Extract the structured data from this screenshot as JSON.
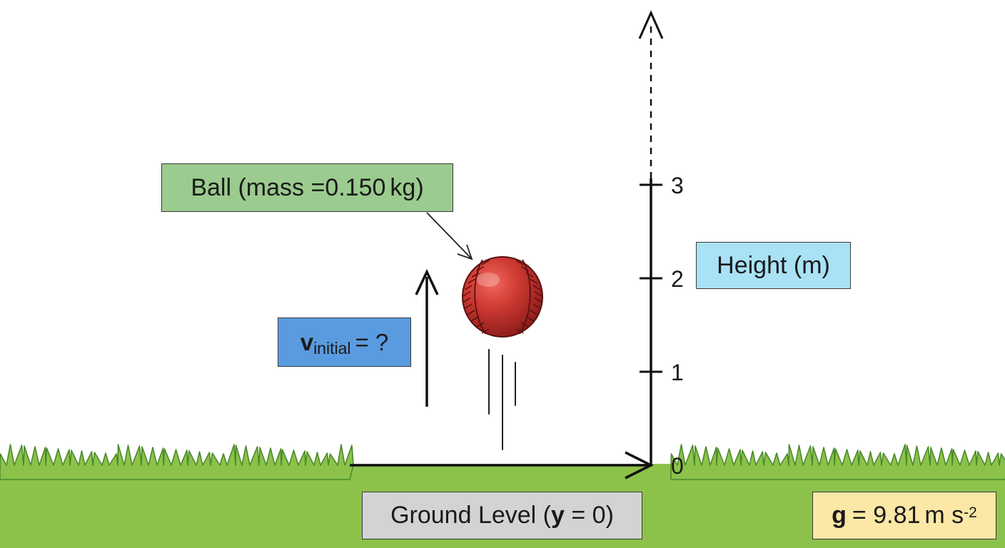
{
  "ball_label": {
    "prefix": "Ball (mass = ",
    "value": "0.150",
    "unit": "kg",
    "suffix": ")"
  },
  "velocity_label": {
    "symbol": "v",
    "subscript": "initial",
    "rest": "= ?"
  },
  "height_axis": {
    "label": "Height (m)",
    "ticks": [
      "0",
      "1",
      "2",
      "3"
    ]
  },
  "ground_label": {
    "prefix": "Ground Level (",
    "variable": "y",
    "rest": " = 0)"
  },
  "gravity_label": {
    "symbol": "g",
    "equals": "= 9.81",
    "unit": "m s",
    "exponent": "-2"
  },
  "colors": {
    "grass": "#8cc24a",
    "grass_dark": "#4a8a2a",
    "ball": "#c8302c",
    "ball_label_bg": "#9bcb8e",
    "velocity_label_bg": "#5a9be0",
    "height_label_bg": "#a9e2f5",
    "ground_label_bg": "#d3d3d3",
    "gravity_label_bg": "#fbe7a6"
  }
}
